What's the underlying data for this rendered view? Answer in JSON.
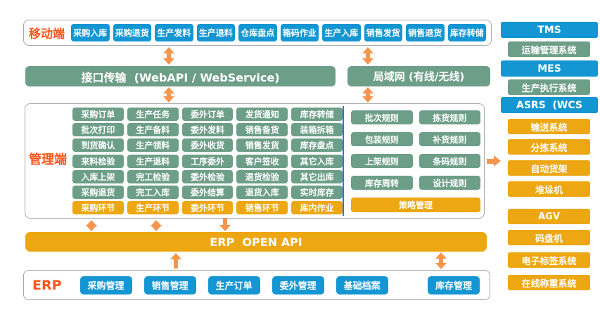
{
  "colors": {
    "blue": "#1496D3",
    "green": "#6D9E88",
    "orange": "#EDA712",
    "arrow_orange": "#F7944D",
    "label_red": "#FB551B",
    "divider_blue": "#2E75D4"
  },
  "mobile": {
    "label": "移动端",
    "buttons": [
      "采购入库",
      "采购退货",
      "生产发料",
      "生产退料",
      "仓库盘点",
      "箱码作业",
      "生产入库",
      "销售发货",
      "销售退货",
      "库存转储"
    ]
  },
  "network": {
    "api_bar": "接口传输  (WebAPI / WebService)",
    "lan_bar": "局域网 (有线/无线)"
  },
  "management": {
    "label": "管理端",
    "columns": [
      {
        "items": [
          "采购订单",
          "批次打印",
          "到货确认",
          "来料检验",
          "入库上架",
          "采购退货"
        ],
        "footer": "采购环节"
      },
      {
        "items": [
          "生产任务",
          "生产备料",
          "生产领料",
          "生产退料",
          "完工检验",
          "完工入库"
        ],
        "footer": "生产环节"
      },
      {
        "items": [
          "委外订单",
          "委外发料",
          "委外收货",
          "工序委外",
          "委外检验",
          "委外结算"
        ],
        "footer": "委外环节"
      },
      {
        "items": [
          "发货通知",
          "销售备货",
          "销售发货",
          "客户签收",
          "退货检验",
          "退货入库"
        ],
        "footer": "销售环节"
      },
      {
        "items": [
          "库存转储",
          "装箱拆箱",
          "库存盘点",
          "其它入库",
          "其它出库",
          "实时库存"
        ],
        "footer": "库内作业"
      }
    ],
    "rules": {
      "items": [
        "批次规则",
        "拣货规则",
        "包装规则",
        "补货规则",
        "上架规则",
        "条码规则",
        "库存周转",
        "设计规则"
      ],
      "footer": "策略管理"
    }
  },
  "erp_api": {
    "label": "ERP  OPEN API"
  },
  "erp": {
    "label": "ERP",
    "buttons": [
      "采购管理",
      "销售管理",
      "生产订单",
      "委外管理",
      "基础档案"
    ],
    "right_button": "库存管理"
  },
  "sidebar": {
    "items": [
      {
        "label": "TMS",
        "type": "blue"
      },
      {
        "label": "运输管理系统",
        "type": "green"
      },
      {
        "label": "MES",
        "type": "blue"
      },
      {
        "label": "生产执行系统",
        "type": "green"
      },
      {
        "label": "ASRS  (WCS",
        "type": "blue"
      },
      {
        "label": "输送系统",
        "type": "orange"
      },
      {
        "label": "分拣系统",
        "type": "orange"
      },
      {
        "label": "自动货架",
        "type": "orange"
      },
      {
        "label": "堆垛机",
        "type": "orange"
      },
      {
        "label": "AGV",
        "type": "orange"
      },
      {
        "label": "码盘机",
        "type": "orange"
      },
      {
        "label": "电子标签系统",
        "type": "orange"
      },
      {
        "label": "在线称重系统",
        "type": "orange"
      }
    ]
  }
}
